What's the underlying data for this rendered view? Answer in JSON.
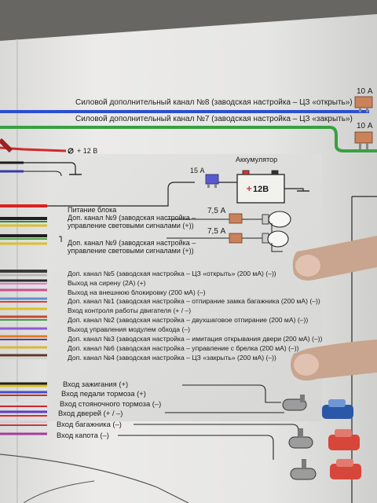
{
  "top_channels": [
    {
      "label": "Силовой дополнительный канал №8 (заводская настройка – ЦЗ «открыть»)",
      "fuse": "10 А"
    },
    {
      "label": "Силовой дополнительный канал №7 (заводская настройка – ЦЗ «закрыть»)",
      "fuse": "10 А"
    }
  ],
  "plus12": "+ 12 В",
  "battery": {
    "label": "Аккумулятор",
    "voltage": "12В",
    "fuse": "15 А"
  },
  "power_label": "Питание блока",
  "lamp_fuse": "7,5 А",
  "lamp_channels": [
    {
      "line1": "Доп. канал №9 (заводская настройка –",
      "line2": "управление световыми сигналами (+))"
    },
    {
      "line1": "Доп. канал №9 (заводская настройка –",
      "line2": "управление световыми сигналами (+))"
    }
  ],
  "outputs": [
    "Доп. канал №5 (заводская настройка – ЦЗ «открыть» (200 мА) (–))",
    "Выход на сирену (2А) (+)",
    "Выход на  внешнюю блокировку (200 мА) (–)",
    "Доп. канал №1 (заводская настройка – отпирание замка багажника (200 мА) (–))",
    "Вход контроля работы двигателя (+ / –)",
    "Доп. канал №2 (заводская настройка – двухшаговое отпирание (200 мА) (–))",
    "Выход управления модулем обхода (–)",
    "Доп. канал №3 (заводская настройка – имитация открывания двери (200 мА) (–))",
    "Доп. канал №6 (заводская настройка – управление с брелка (200 мА) (–))",
    "Доп. канал №4 (заводская настройка – ЦЗ «закрыть» (200 мА) (–))"
  ],
  "inputs": [
    "Вход зажигания (+)",
    "Вход педали тормоза (+)",
    "Вход стояночного тормоза (–)",
    "Вход дверей (+ / –)",
    "Вход багажника (–)",
    "Вход капота (–)"
  ]
}
